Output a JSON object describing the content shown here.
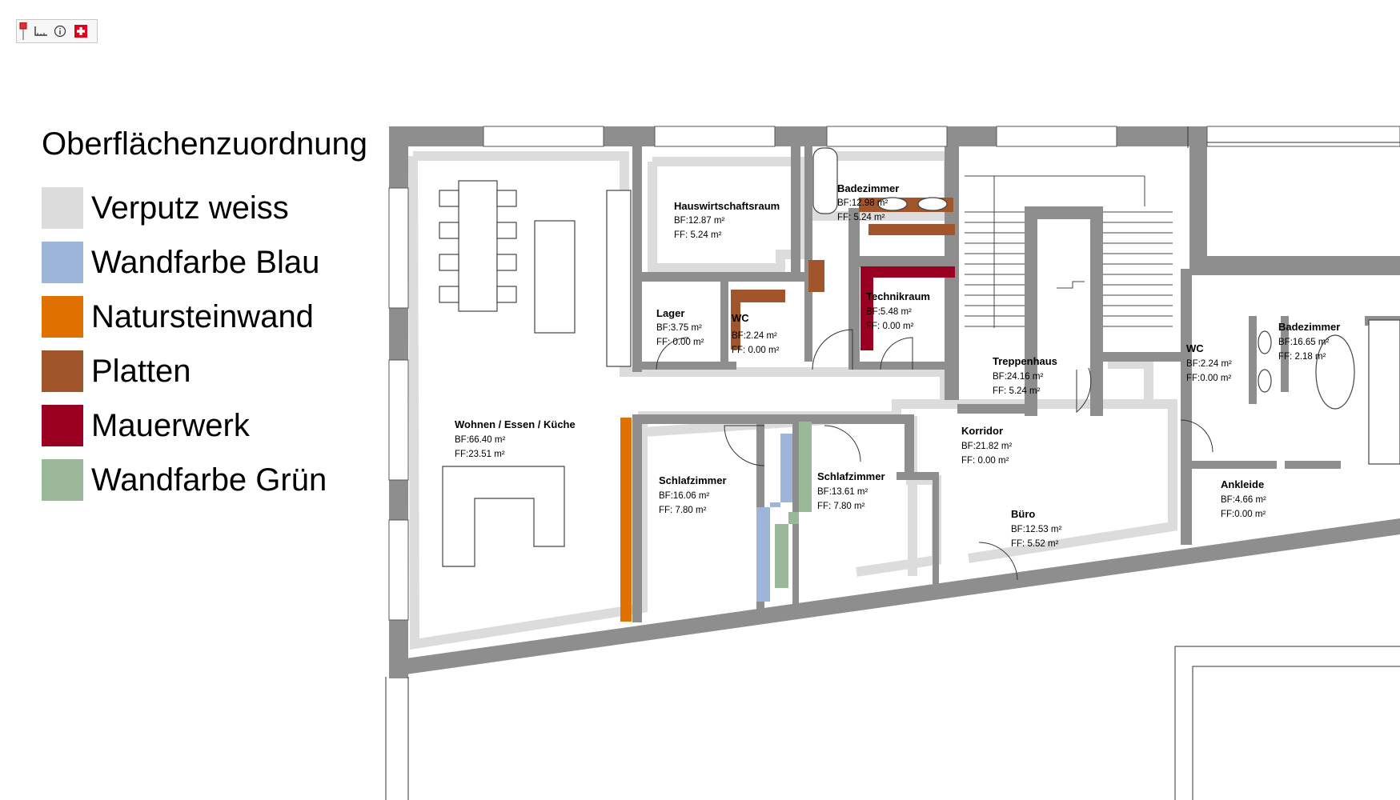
{
  "toolbar": {
    "buttons": [
      {
        "name": "pin-icon",
        "glyph": "↕"
      },
      {
        "name": "measure-icon",
        "glyph": "∟"
      },
      {
        "name": "info-icon",
        "glyph": "ⓘ"
      },
      {
        "name": "swiss-flag-icon",
        "glyph": "+"
      }
    ]
  },
  "legend": {
    "title": "Oberflächenzuordnung",
    "items": [
      {
        "label": "Verputz weiss",
        "color": "#dcdcdc"
      },
      {
        "label": "Wandfarbe Blau",
        "color": "#9db5d8"
      },
      {
        "label": "Natursteinwand",
        "color": "#e07000"
      },
      {
        "label": "Platten",
        "color": "#a0562a"
      },
      {
        "label": "Mauerwerk",
        "color": "#990022"
      },
      {
        "label": "Wandfarbe Grün",
        "color": "#9cb89a"
      }
    ]
  },
  "colors": {
    "wall": "#8e8e8e",
    "plaster": "#dcdcdc",
    "blue": "#9db5d8",
    "stone": "#e07000",
    "tiles": "#a0562a",
    "masonry": "#990022",
    "green": "#9cb89a"
  },
  "rooms": [
    {
      "name": "Hauswirtschaftsraum",
      "bf": "BF:12.87 m²",
      "ff": "FF:  5.24 m²"
    },
    {
      "name": "Badezimmer",
      "bf": "BF:12.98 m²",
      "ff": "FF:  5.24 m²"
    },
    {
      "name": "Lager",
      "bf": "BF:3.75 m²",
      "ff": "FF: 0.00 m²"
    },
    {
      "name": "WC",
      "bf": "BF:2.24 m²",
      "ff": "FF: 0.00 m²"
    },
    {
      "name": "Technikraum",
      "bf": "BF:5.48 m²",
      "ff": "FF: 0.00 m²"
    },
    {
      "name": "Treppenhaus",
      "bf": "BF:24.16 m²",
      "ff": "FF:  5.24 m²"
    },
    {
      "name": "Wohnen / Essen / Küche",
      "bf": "BF:66.40 m²",
      "ff": "FF:23.51 m²"
    },
    {
      "name": "Schlafzimmer",
      "bf": "BF:16.06 m²",
      "ff": "FF:  7.80 m²"
    },
    {
      "name": "Schlafzimmer",
      "bf": "BF:13.61 m²",
      "ff": "FF:  7.80 m²"
    },
    {
      "name": "Korridor",
      "bf": "BF:21.82 m²",
      "ff": "FF:  0.00 m²"
    },
    {
      "name": "Büro",
      "bf": "BF:12.53 m²",
      "ff": "FF:  5.52 m²"
    },
    {
      "name": "WC",
      "bf": "BF:2.24 m²",
      "ff": "FF:0.00 m²"
    },
    {
      "name": "Badezimmer",
      "bf": "BF:16.65 m²",
      "ff": "FF:  2.18 m²"
    },
    {
      "name": "Ankleide",
      "bf": "BF:4.66 m²",
      "ff": "FF:0.00 m²"
    }
  ]
}
